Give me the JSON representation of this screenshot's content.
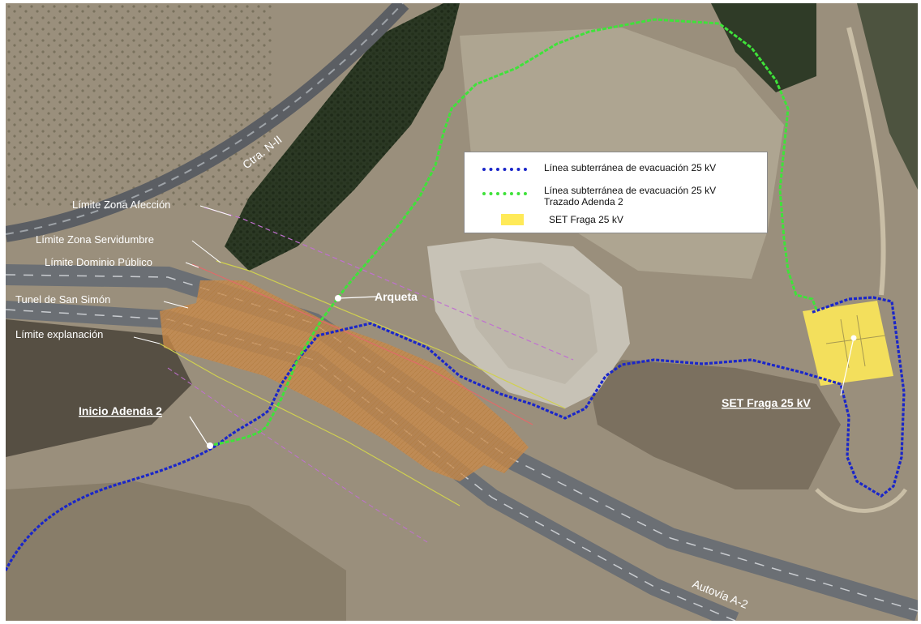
{
  "map": {
    "road_labels": {
      "n2": "Ctra. N-II",
      "a2": "Autovía A-2"
    },
    "limit_labels": {
      "zona_afeccion": "Límite Zona Afección",
      "zona_servidumbre": "Límite Zona Servidumbre",
      "dominio_publico": "Límite Dominio Público",
      "tunel": "Tunel de San Simón",
      "explanacion": "Límite explanación"
    },
    "callouts": {
      "arqueta": "Arqueta",
      "inicio_adenda": "Inicio Adenda 2",
      "set_fraga": "SET Fraga 25 kV"
    },
    "colors": {
      "blue_line": "#1a26c9",
      "green_line": "#3fe23a",
      "substation": "#ffea58",
      "earthworks": "#c98a4a"
    }
  },
  "legend": {
    "items": [
      {
        "label": "Línea subterránea de evacuación 25 kV",
        "label2": "",
        "kind": "line",
        "color": "#1a26c9"
      },
      {
        "label": "Línea subterránea de evacuación 25 kV",
        "label2": "Trazado Adenda 2",
        "kind": "line",
        "color": "#3fe23a"
      },
      {
        "label": "SET Fraga 25 kV",
        "label2": "",
        "kind": "box",
        "color": "#ffea58"
      }
    ]
  }
}
